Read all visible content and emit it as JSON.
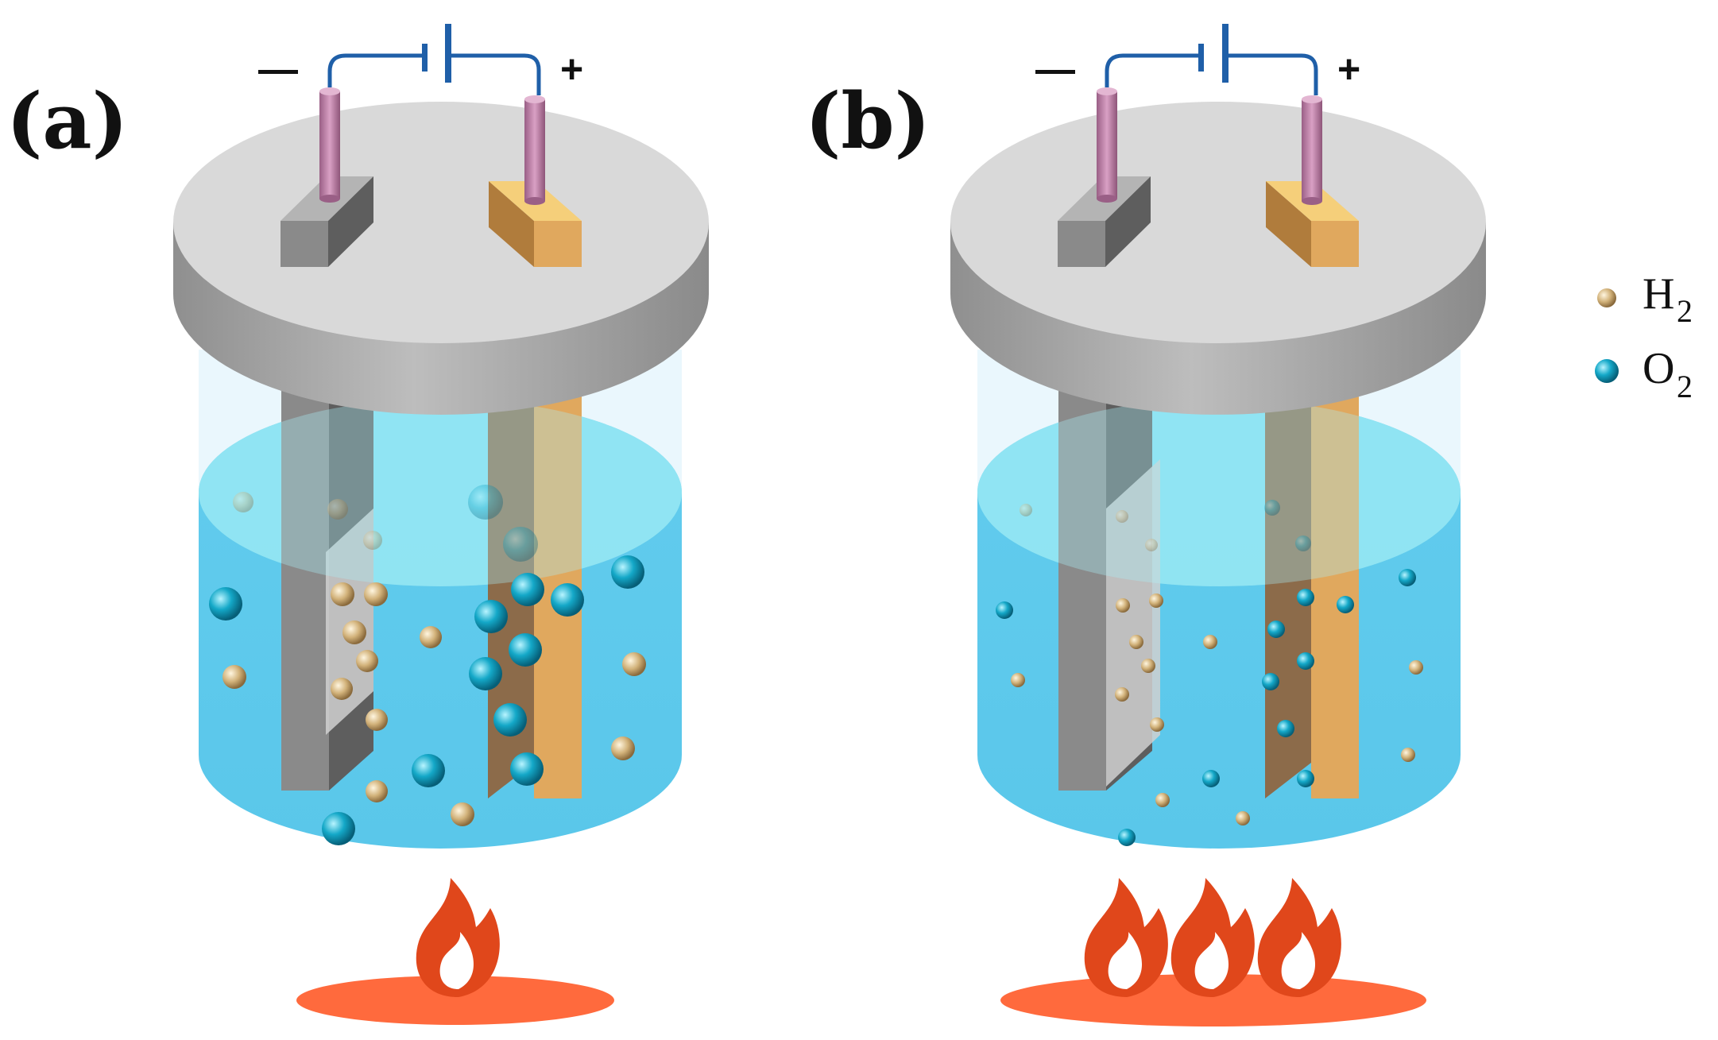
{
  "panels": [
    {
      "label": "(a)",
      "negative_sign": "—",
      "positive_sign": "+",
      "flame_count": 1,
      "bubble_size": "large"
    },
    {
      "label": "(b)",
      "negative_sign": "—",
      "positive_sign": "+",
      "flame_count": 3,
      "bubble_size": "small"
    }
  ],
  "legend": [
    {
      "formula": "H",
      "subscript": "2",
      "color": "#c9a96e"
    },
    {
      "formula": "O",
      "subscript": "2",
      "color": "#17a8c4"
    }
  ],
  "colors": {
    "lid": "#d9d9d9",
    "lid_side": "#a9a9a9",
    "water": "#5fcbec",
    "water_surface": "#8fe6f2",
    "cathode": "#8c8c8c",
    "anode": "#e0a85e",
    "terminal_rod": "#c27fa8",
    "wire": "#1f5fa8",
    "flame": "#e0471b",
    "burner": "#ff6a3d"
  },
  "icons": [
    "battery-icon",
    "flame-icon"
  ]
}
